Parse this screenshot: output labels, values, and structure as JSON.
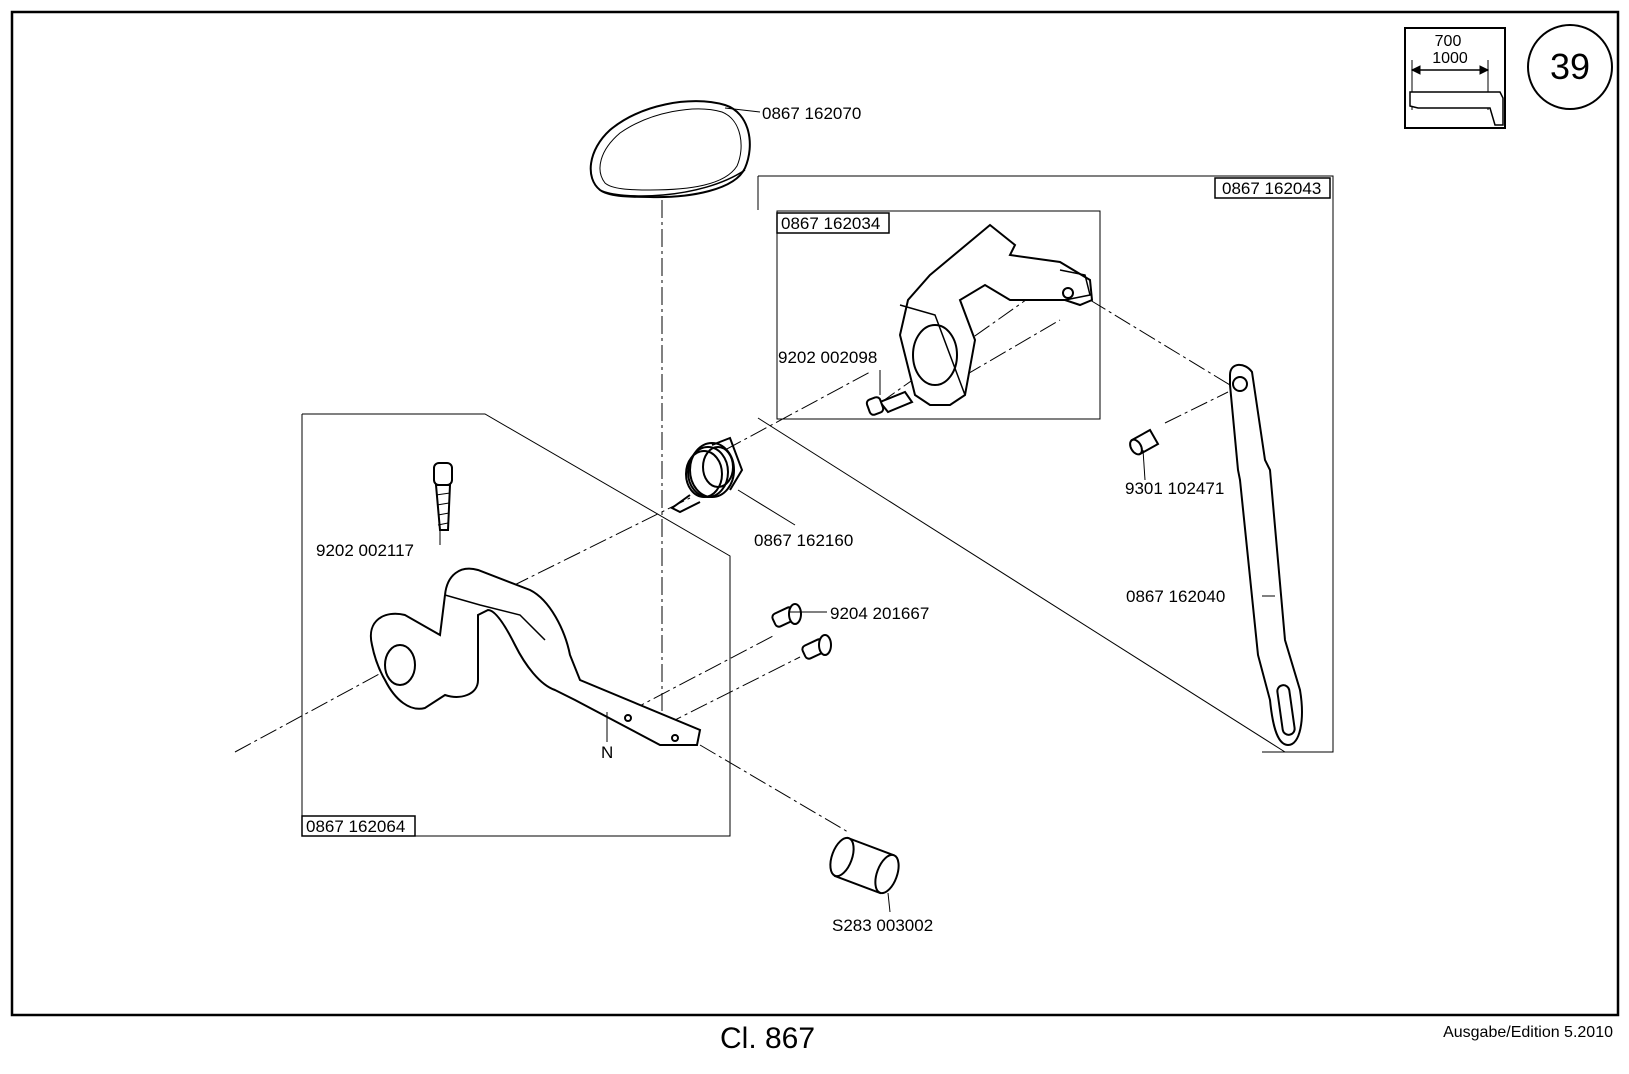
{
  "page_number": "39",
  "thumbnail": {
    "top_value": "700",
    "bottom_value": "1000"
  },
  "footer": {
    "title": "Cl. 867",
    "edition": "Ausgabe/Edition  5.2010"
  },
  "assemblies": {
    "a1": "0867 162043",
    "a2": "0867 162034",
    "a3": "0867 162064"
  },
  "parts": {
    "p1": "0867 162070",
    "p2": "9202 002098",
    "p3": "9301 102471",
    "p4": "0867 162160",
    "p5": "9202 002117",
    "p6": "9204 201667",
    "p7": "0867 162040",
    "p8": "S283 003002",
    "p9": "N"
  }
}
